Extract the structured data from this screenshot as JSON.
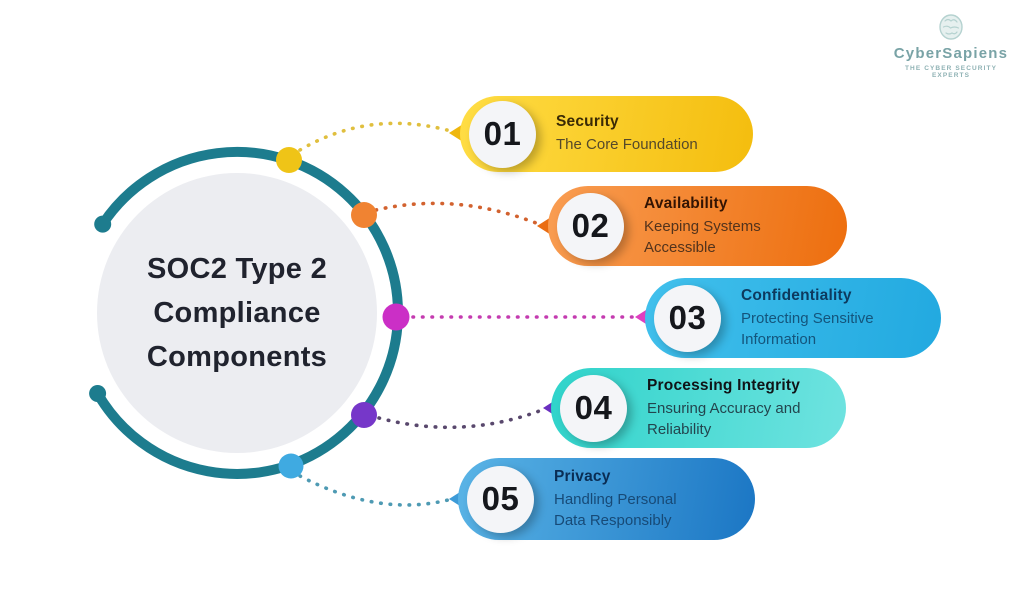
{
  "page": {
    "background": "#ffffff"
  },
  "center": {
    "title_lines": [
      "SOC2 Type 2",
      "Compliance",
      "Components"
    ],
    "ring_color": "#1d7c8e",
    "circle_fill": "#ecedf1"
  },
  "logo": {
    "name": "CyberSapiens",
    "tagline": "THE CYBER SECURITY EXPERTS",
    "color": "#79a3a6",
    "icon": "brain-icon"
  },
  "items": [
    {
      "number": "01",
      "title": "Security",
      "subtitle": "The Core Foundation",
      "gradient": [
        "#ffdd45",
        "#f4bd0e"
      ],
      "dot_color": "#efc417",
      "arrow_color": "#efb70e",
      "connector_color": "#e0bf3e"
    },
    {
      "number": "02",
      "title": "Availability",
      "subtitle": "Keeping Systems Accessible",
      "gradient": [
        "#f99d52",
        "#ed6e0e"
      ],
      "dot_color": "#f08332",
      "arrow_color": "#ea6d12",
      "connector_color": "#d2622f"
    },
    {
      "number": "03",
      "title": "Confidentiality",
      "subtitle": "Protecting Sensitive Information",
      "gradient": [
        "#41c0ec",
        "#22a9e0"
      ],
      "dot_color": "#cb2fc6",
      "arrow_color": "#df3fc0",
      "connector_color": "#c43bb0"
    },
    {
      "number": "04",
      "title": "Processing Integrity",
      "subtitle": "Ensuring Accuracy and Reliability",
      "gradient": [
        "#2fd3ca",
        "#6fe3e0"
      ],
      "dot_color": "#7637c9",
      "arrow_color": "#6a2fc0",
      "connector_color": "#59486d"
    },
    {
      "number": "05",
      "title": "Privacy",
      "subtitle": "Handling Personal Data Responsibly",
      "gradient": [
        "#5ab4e6",
        "#1b76c4"
      ],
      "dot_color": "#3faae1",
      "arrow_color": "#3d9bd8",
      "connector_color": "#4e9ab3"
    }
  ]
}
